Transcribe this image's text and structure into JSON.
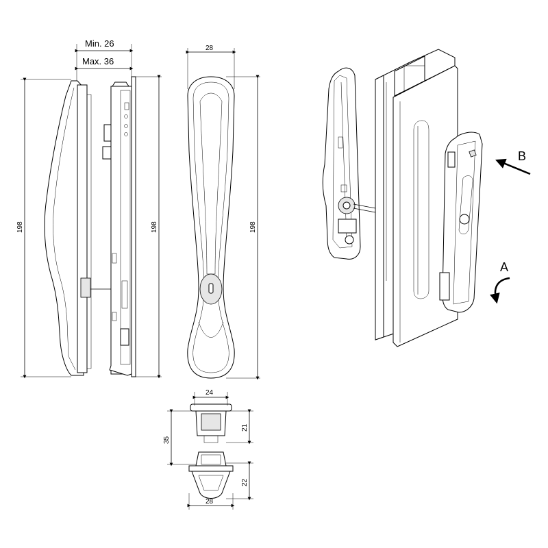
{
  "dimensions": {
    "side_gap_min": "Min. 26",
    "side_gap_max": "Max. 36",
    "side_height_left": "198",
    "side_height_mid": "198",
    "front_width": "28",
    "front_height": "198",
    "bottom_top_width": "24",
    "bottom_total": "35",
    "bottom_upper": "21",
    "bottom_lower": "22",
    "bottom_width": "28"
  },
  "labels": {
    "arrow_a": "A",
    "arrow_b": "B"
  }
}
